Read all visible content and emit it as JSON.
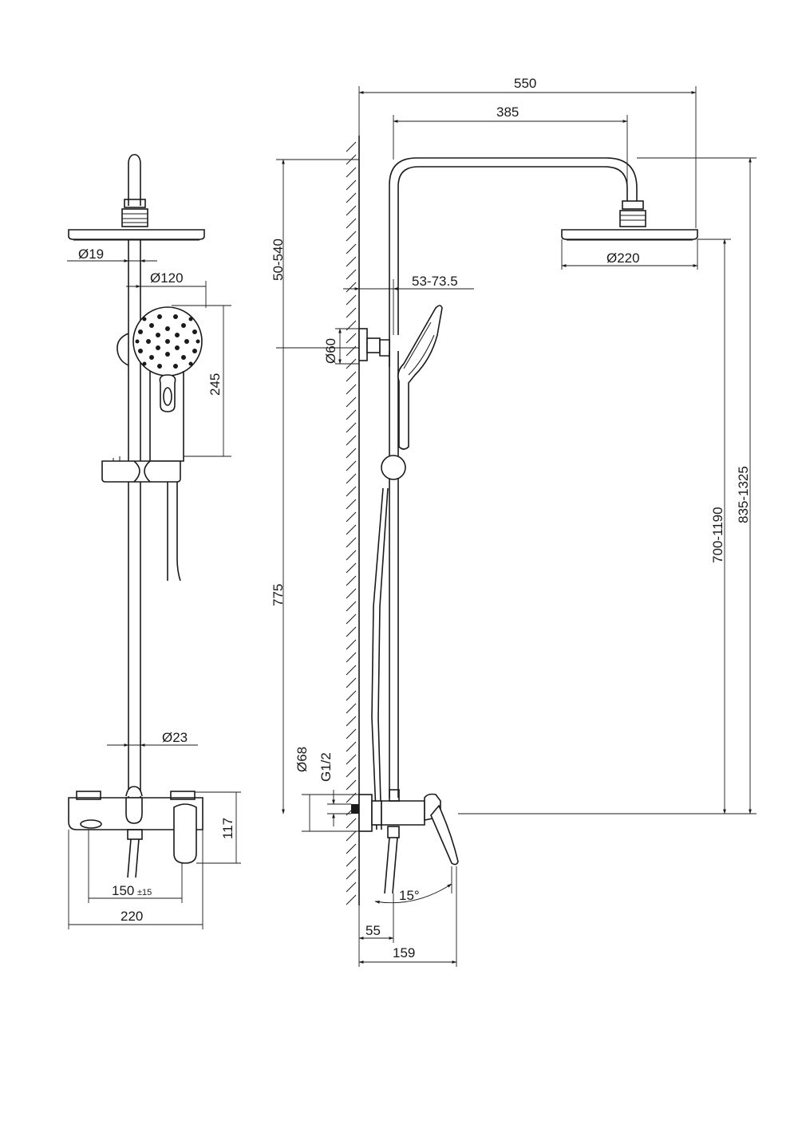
{
  "colors": {
    "ink": "#1a1a1a",
    "background": "#ffffff"
  },
  "front_view": {
    "dim_pipe_diameter": "Ø19",
    "dim_handshower_diameter": "Ø120",
    "dim_handshower_length": "245",
    "dim_rail_diameter": "Ø23",
    "dim_mixer_height": "117",
    "dim_inlet_spacing": "150",
    "dim_inlet_tolerance": "±15",
    "dim_mixer_width": "220"
  },
  "side_view": {
    "dim_total_projection": "550",
    "dim_arm_projection": "385",
    "dim_top_adjust": "50-540",
    "dim_bracket_offset": "53-73.5",
    "dim_bracket_diameter": "Ø60",
    "dim_rail_length": "775",
    "dim_head_diameter": "Ø220",
    "dim_head_height": "700-1190",
    "dim_total_height": "835-1325",
    "dim_flange_diameter": "Ø68",
    "dim_thread": "G1/2",
    "dim_lever_angle": "15°",
    "dim_inlet_projection": "55",
    "dim_mixer_projection": "159"
  }
}
